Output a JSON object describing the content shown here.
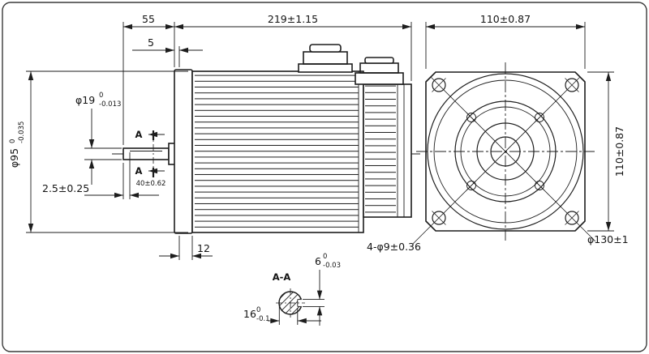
{
  "canvas": {
    "bg": "#ffffff",
    "ink": "#1d1d1d"
  },
  "side_view": {
    "dim_shaft_length": "55",
    "dim_spigot": "5",
    "dim_body_length": "219±1.15",
    "shaft_dia": {
      "main": "φ19",
      "sup": "0",
      "sub": "-0.013"
    },
    "body_dia": {
      "main": "φ95",
      "sup": "0",
      "sub": "-0.035"
    },
    "dim_keyway_offset": "2.5±0.25",
    "dim_flange_thickness": "12",
    "dim_keyway_length": "40±0.62",
    "section_mark": "A"
  },
  "front_view": {
    "dim_width": "110±0.87",
    "dim_height": "110±0.87",
    "label_mount_holes": "4-φ9±0.36",
    "label_bolt_circle": "φ130±1"
  },
  "section_view": {
    "title": "A-A",
    "key_width": {
      "main": "6",
      "sup": "0",
      "sub": "-0.03"
    },
    "across_flats": {
      "main": "16",
      "sup": "0",
      "sub": "-0.1"
    }
  }
}
